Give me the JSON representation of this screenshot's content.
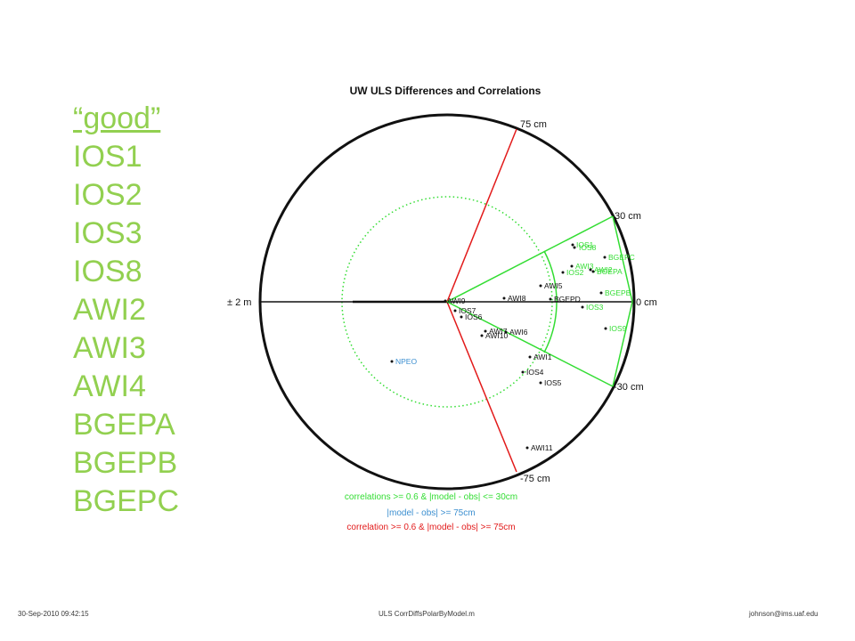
{
  "slide_list": {
    "header": "“good”",
    "items": [
      "IOS1",
      "IOS2",
      "IOS3",
      "IOS8",
      "AWI2",
      "AWI3",
      "AWI4",
      "BGEPA",
      "BGEPB",
      "BGEPC"
    ]
  },
  "plot": {
    "title": "UW ULS Differences and Correlations",
    "ring_labels": {
      "top": "75 cm",
      "upper_right": "30 cm",
      "right": "0 cm",
      "lower_right": "-30 cm",
      "bottom": "-75 cm",
      "left": "± 2 m"
    },
    "stations": [
      {
        "label": "IOS1",
        "color": "green"
      },
      {
        "label": "IOS8",
        "color": "green"
      },
      {
        "label": "BGEPC",
        "color": "green"
      },
      {
        "label": "AWI3",
        "color": "green"
      },
      {
        "label": "AWI2",
        "color": "green"
      },
      {
        "label": "BGEPA",
        "color": "green"
      },
      {
        "label": "IOS2",
        "color": "green"
      },
      {
        "label": "BGEPB",
        "color": "green"
      },
      {
        "label": "IOS3",
        "color": "green"
      },
      {
        "label": "IOS9",
        "color": "green"
      },
      {
        "label": "AWI5",
        "color": "black"
      },
      {
        "label": "AWI8",
        "color": "black"
      },
      {
        "label": "BGEPD",
        "color": "black"
      },
      {
        "label": "AWI9",
        "color": "black"
      },
      {
        "label": "IOS7",
        "color": "black"
      },
      {
        "label": "IOS6",
        "color": "black"
      },
      {
        "label": "AWI7",
        "color": "black"
      },
      {
        "label": "AWI6",
        "color": "black"
      },
      {
        "label": "AWI10",
        "color": "black"
      },
      {
        "label": "AWI1",
        "color": "black"
      },
      {
        "label": "IOS4",
        "color": "black"
      },
      {
        "label": "IOS5",
        "color": "black"
      },
      {
        "label": "AWI11",
        "color": "black"
      },
      {
        "label": "NPEO",
        "color": "blue"
      }
    ],
    "legend": [
      {
        "text": "correlations >= 0.6 & |model - obs| <= 30cm",
        "color": "#33dd33"
      },
      {
        "text": "|model - obs| >= 75cm",
        "color": "#3c8fd0"
      },
      {
        "text": "correlation >= 0.6 & |model - obs| >= 75cm",
        "color": "#e21a1a"
      }
    ]
  },
  "footer": {
    "left": "30-Sep-2010 09:42:15",
    "center": "ULS CorrDiffsPolarByModel.m",
    "right": "johnson@ims.uaf.edu"
  },
  "colors": {
    "slide_text": "#92d050",
    "green": "#33dd33",
    "red": "#e21a1a",
    "blue": "#3c8fd0",
    "black": "#111111"
  }
}
